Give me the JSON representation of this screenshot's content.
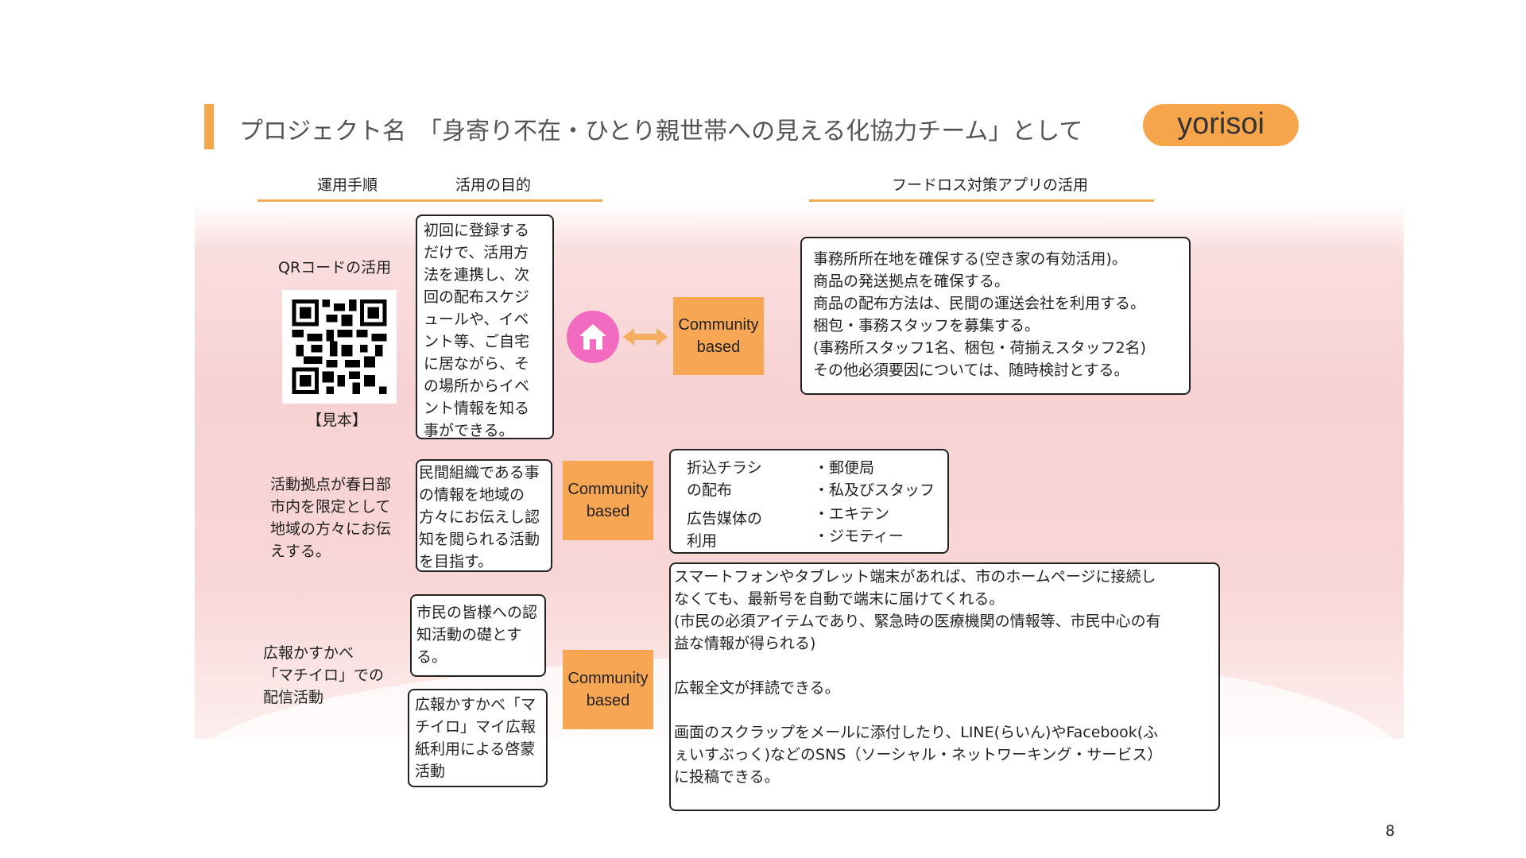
{
  "header": {
    "title": "プロジェクト名　「身寄り不在・ひとり親世帯への見える化協力チーム」として",
    "logo": "yorisoi"
  },
  "columns": {
    "procedure": "運用手順",
    "purpose": "活用の目的",
    "app": "フードロス対策アプリの活用"
  },
  "row1": {
    "label": "QRコードの活用",
    "qr_caption": "【見本】",
    "purpose_lines": [
      "初回に登録する",
      "だけで、活用方",
      "法を連携し、次",
      "回の配布スケジ",
      "ュールや、イベ",
      "ント等、ご自宅",
      "に居ながら、そ",
      "の場所からイベ",
      "ント情報を知る",
      "事ができる。"
    ],
    "badge": [
      "Community",
      "based"
    ],
    "app_lines": [
      "事務所所在地を確保する(空き家の有効活用)。",
      "商品の発送拠点を確保する。",
      "商品の配布方法は、民間の運送会社を利用する。",
      "梱包・事務スタッフを募集する。",
      "(事務所スタッフ1名、梱包・荷揃えスタッフ2名)",
      "その他必須要因については、随時検討とする。"
    ]
  },
  "row2": {
    "label_lines": [
      "活動拠点が春日部",
      "市内を限定として",
      "地域の方々にお伝",
      "えする。"
    ],
    "purpose_lines": [
      "民間組織である事",
      "の情報を地域の",
      "方々にお伝えし認",
      "知を閲られる活動",
      "を目指す。"
    ],
    "badge": [
      "Community",
      "based"
    ],
    "media": [
      {
        "label": [
          "折込チラシ",
          "の配布"
        ],
        "items": [
          "・郵便局",
          "・私及びスタッフ"
        ]
      },
      {
        "label": [
          "広告媒体の",
          "利用"
        ],
        "items": [
          "・エキテン",
          "・ジモティー"
        ]
      }
    ]
  },
  "row3": {
    "label_lines": [
      "広報かすかべ",
      "「マチイロ」での",
      "配信活動"
    ],
    "purpose1_lines": [
      "市民の皆様への認",
      "知活動の礎とす",
      "る。"
    ],
    "purpose2_lines": [
      "広報かすかべ「マ",
      "チイロ」マイ広報",
      "紙利用による啓蒙",
      "活動"
    ],
    "badge": [
      "Community",
      "based"
    ],
    "app_lines": [
      "スマートフォンやタブレット端末があれば、市のホームページに接続し",
      "なくても、最新号を自動で端末に届けてくれる。",
      "(市民の必須アイテムであり、緊急時の医療機関の情報等、市民中心の有",
      "益な情報が得られる)",
      "",
      "広報全文が拝読できる。",
      "",
      "画面のスクラップをメールに添付したり、LINE(らいん)やFacebook(ふ",
      "ぇいすぶっく)などのSNS（ソーシャル・ネットワーキング・サービス）",
      "に投稿できる。"
    ]
  },
  "page_number": "8",
  "colors": {
    "accent": "#f4a64a",
    "pink": "#f36bc0"
  }
}
